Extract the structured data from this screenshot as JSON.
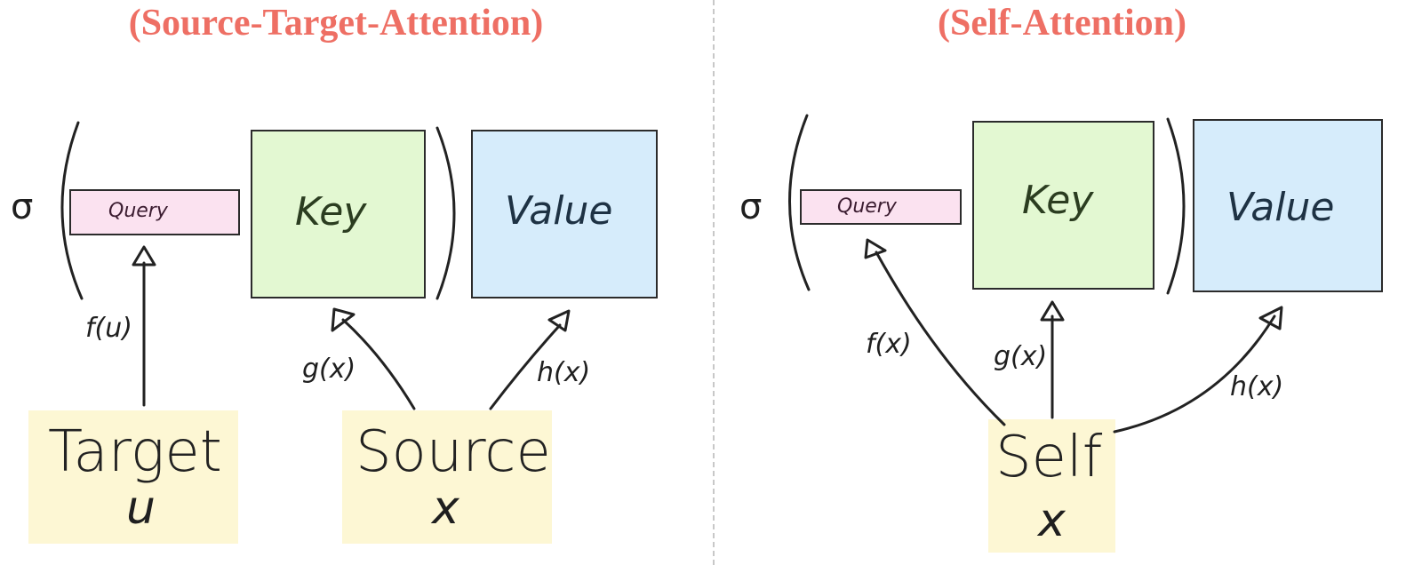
{
  "left_panel": {
    "title": "(Source-Target-Attention)",
    "sigma": "σ",
    "query_label": "Query",
    "key_label": "Key",
    "value_label": "Value",
    "f_label": "f(u)",
    "g_label": "g(x)",
    "h_label": "h(x)",
    "target_label": "Target",
    "target_var": "u",
    "source_label": "Source",
    "source_var": "x"
  },
  "right_panel": {
    "title": "(Self-Attention)",
    "sigma": "σ",
    "query_label": "Query",
    "key_label": "Key",
    "value_label": "Value",
    "f_label": "f(x)",
    "g_label": "g(x)",
    "h_label": "h(x)",
    "self_label": "Self",
    "self_var": "x"
  },
  "colors": {
    "title": "#ee6f64",
    "query_fill": "#fbe2f0",
    "key_fill": "#e3f8d2",
    "value_fill": "#d6ecfb",
    "input_fill": "#fdf7d4"
  }
}
